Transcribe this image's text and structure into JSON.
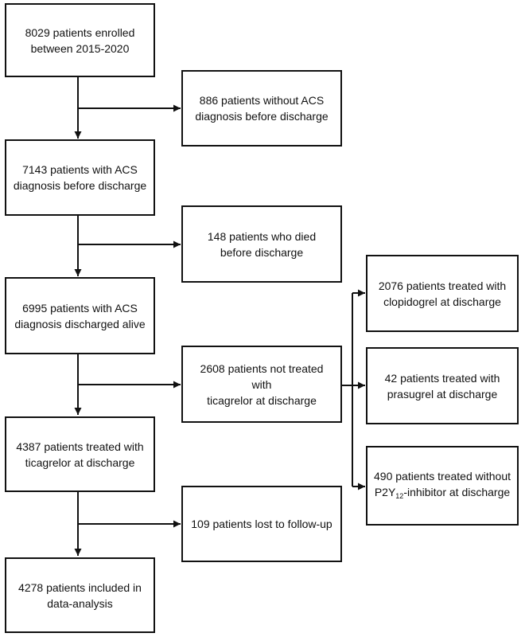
{
  "flowchart": {
    "colors": {
      "line": "#111111",
      "box_border": "#111111",
      "box_fill": "#ffffff",
      "text": "#111111",
      "background": "#ffffff"
    },
    "boxes": {
      "enrolled": {
        "text": "8029 patients enrolled\nbetween 2015-2020"
      },
      "acs_before_discharge": {
        "text": "7143 patients with ACS\ndiagnosis before discharge"
      },
      "discharged_alive": {
        "text": "6995 patients with ACS\ndiagnosis discharged alive"
      },
      "ticagrelor": {
        "text": "4387 patients treated with\nticagrelor at discharge"
      },
      "included": {
        "text": "4278 patients included in\ndata-analysis"
      },
      "without_acs": {
        "text": "886 patients without ACS\ndiagnosis before discharge"
      },
      "died": {
        "text": "148 patients who died\nbefore discharge"
      },
      "not_ticagrelor": {
        "text": "2608 patients not treated with\nticagrelor at discharge"
      },
      "lost_followup": {
        "text": "109 patients lost to follow-up"
      },
      "clopidogrel": {
        "text": "2076 patients treated with\nclopidogrel at discharge"
      },
      "prasugrel": {
        "text": "42 patients treated with\nprasugrel at discharge"
      },
      "no_p2y12": {
        "line1": "490 patients treated without",
        "line2_pre": "P2Y",
        "line2_sub": "12",
        "line2_post": "-inhibitor at discharge"
      }
    }
  }
}
